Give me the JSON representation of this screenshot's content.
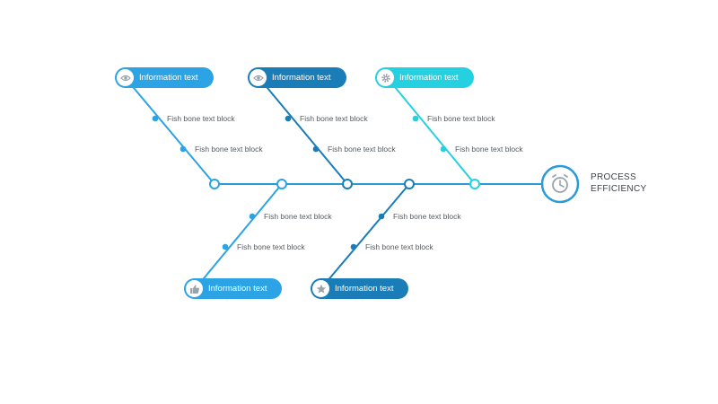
{
  "colors": {
    "light_blue": "#2ba3e4",
    "dark_blue": "#1a7db8",
    "cyan": "#25d0e1",
    "spine": "#2b9bd6",
    "icon_gray": "#9aa3ab"
  },
  "head": {
    "line1": "PROCESS",
    "line2": "EFFICIENCY",
    "icon": "alarm-clock-icon"
  },
  "bones": [
    {
      "id": "top-1",
      "position": "top",
      "color": "light_blue",
      "icon": "eye-icon",
      "label": "Information text",
      "text_blocks": [
        "Fish bone text block",
        "Fish bone text block"
      ]
    },
    {
      "id": "top-2",
      "position": "top",
      "color": "dark_blue",
      "icon": "eye-icon",
      "label": "Information text",
      "text_blocks": [
        "Fish bone text block",
        "Fish bone text block"
      ]
    },
    {
      "id": "top-3",
      "position": "top",
      "color": "cyan",
      "icon": "gear-icon",
      "label": "Information text",
      "text_blocks": [
        "Fish bone text block",
        "Fish bone text block"
      ]
    },
    {
      "id": "bottom-1",
      "position": "bottom",
      "color": "light_blue",
      "icon": "thumbs-up-icon",
      "label": "Information text",
      "text_blocks": [
        "Fish bone text block",
        "Fish bone text block"
      ]
    },
    {
      "id": "bottom-2",
      "position": "bottom",
      "color": "dark_blue",
      "icon": "star-icon",
      "label": "Information text",
      "text_blocks": [
        "Fish bone text block",
        "Fish bone text block"
      ]
    }
  ]
}
